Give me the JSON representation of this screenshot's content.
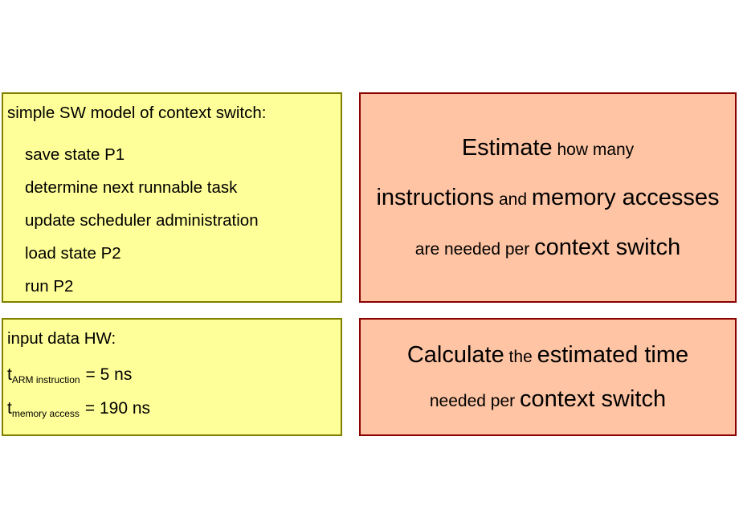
{
  "slide": {
    "background_color": "#ffffff",
    "boxes": {
      "sw_model": {
        "fill_color": "#ffff99",
        "border_color": "#808000",
        "heading": "simple SW model of context switch:",
        "items": [
          "save state P1",
          "determine next runnable task",
          "update scheduler administration",
          "load state P2",
          "run P2"
        ]
      },
      "input_data": {
        "fill_color": "#ffff99",
        "border_color": "#808000",
        "heading": "input data HW:",
        "params": [
          {
            "symbol": "t",
            "subscript": "ARM instruction",
            "value": "= 5 ns"
          },
          {
            "symbol": "t",
            "subscript": "memory access",
            "value": "= 190 ns"
          }
        ]
      },
      "estimate": {
        "fill_color": "#ffc4a3",
        "border_color": "#8b0000",
        "lines": [
          [
            {
              "text": "Estimate",
              "emphasis": "big"
            },
            {
              "text": " how many",
              "emphasis": "small"
            }
          ],
          [
            {
              "text": "instructions",
              "emphasis": "big"
            },
            {
              "text": " and ",
              "emphasis": "small"
            },
            {
              "text": "memory accesses",
              "emphasis": "big"
            }
          ],
          [
            {
              "text": "are needed per ",
              "emphasis": "small"
            },
            {
              "text": "context switch",
              "emphasis": "big"
            }
          ]
        ]
      },
      "calculate": {
        "fill_color": "#ffc4a3",
        "border_color": "#8b0000",
        "lines": [
          [
            {
              "text": "Calculate",
              "emphasis": "big"
            },
            {
              "text": " the ",
              "emphasis": "small"
            },
            {
              "text": "estimated time",
              "emphasis": "big"
            }
          ],
          [
            {
              "text": "needed per ",
              "emphasis": "small"
            },
            {
              "text": "context switch",
              "emphasis": "big"
            }
          ]
        ]
      }
    }
  }
}
